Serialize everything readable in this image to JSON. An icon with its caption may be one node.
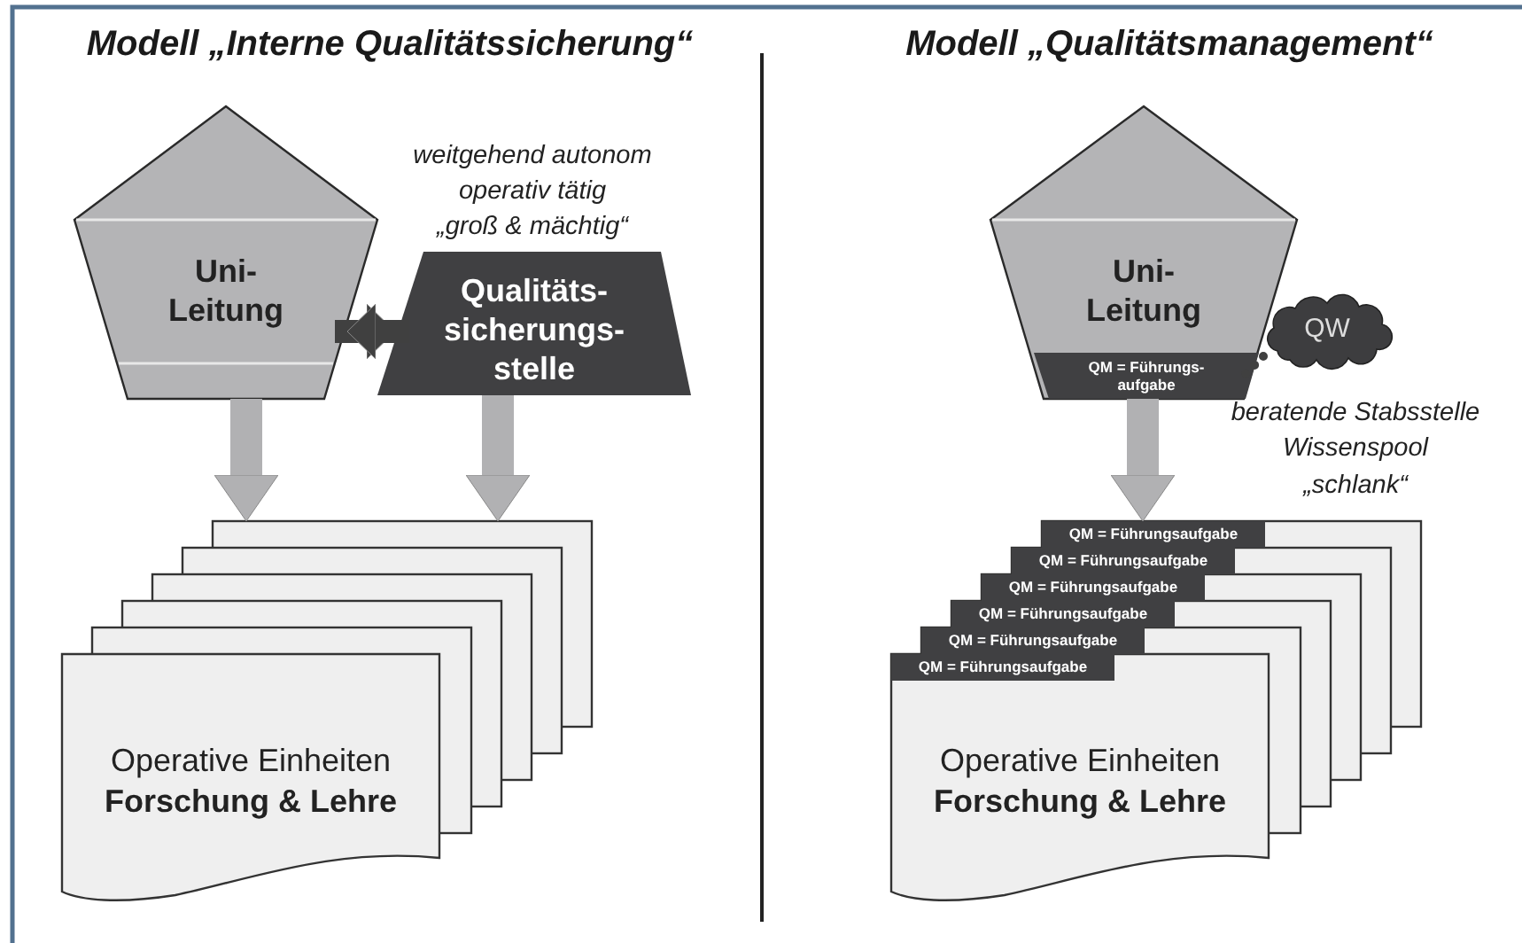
{
  "diagram": {
    "nodes": [
      {
        "text": [
          "Uni- Leitung"
        ]
      },
      {
        "text": [
          "Qualitäts- sicherungs- stelle"
        ],
        "beside": [
          "weitgehend autonom operativ tätig",
          "„groß & mächtig“"
        ]
      },
      {
        "text": [
          "Operative Einheiten",
          "Forschung & Lehre"
        ]
      },
      {
        "text": [
          "Uni- Leitung"
        ]
      },
      {
        "text": [
          "QM = Führungs- aufgabe"
        ],
        "in": 3
      },
      {
        "text": [
          "QW"
        ],
        "beside": [
          "beratende Stabsstelle Wissenspool",
          "„schlank“"
        ]
      },
      {
        "text": [
          "Operative Einheiten",
          "Forschung & Lehre"
        ]
      },
      {
        "text": [
          "QM = Führungsaufgabe"
        ],
        "in": 6
      },
      {
        "text": [
          "QM = Führungsaufgabe"
        ],
        "in": 6
      },
      {
        "text": [
          "QM = Führungsaufgabe"
        ],
        "in": 6
      },
      {
        "text": [
          "QM = Führungsaufgabe"
        ],
        "in": 6
      },
      {
        "text": [
          "QM = Führungsaufgabe"
        ],
        "in": 6
      },
      {
        "text": [
          "QM = Führungsaufgabe"
        ],
        "in": 6
      }
    ],
    "edges": [
      {
        "from": 0,
        "to": 2,
        "arrow": "to"
      },
      {
        "from": 1,
        "to": 2,
        "arrow": "to"
      },
      {
        "from": 0,
        "to": 1,
        "arrow": "to",
        "color": "#404040"
      },
      {
        "from": 1,
        "to": 0,
        "arrow": "to",
        "color": "#404040"
      },
      {
        "from": 3,
        "to": 6,
        "arrow": "to"
      },
      {
        "from": 5,
        "to": 4,
        "arrow": "none",
        "style": "dashed",
        "color": "#404040"
      }
    ],
    "labels": [
      "Modell „Interne Qualitätssicherung“",
      "Modell „Qualitätsmanagement“"
    ]
  }
}
